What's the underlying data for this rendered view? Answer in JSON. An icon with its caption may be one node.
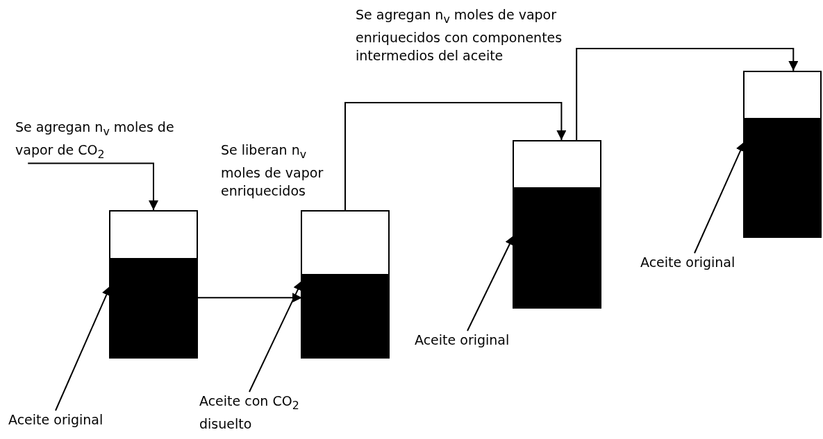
{
  "diagram": {
    "nodes": [
      {
        "text": [
          "Se agregan n$_{v}$ moles de vapor de CO$_{2}$"
        ]
      },
      {
        "text": [],
        "shape": "box"
      },
      {
        "text": [],
        "shape": "bar",
        "in": 1
      },
      {
        "text": [],
        "shape": "box"
      },
      {
        "text": [],
        "shape": "bar",
        "in": 3
      },
      {
        "text": [],
        "shape": "box"
      },
      {
        "text": [],
        "shape": "bar",
        "in": 5
      },
      {
        "text": [],
        "shape": "box"
      },
      {
        "text": [],
        "shape": "bar",
        "in": 7
      },
      {
        "text": [
          "Aceite original"
        ]
      },
      {
        "text": [
          "Aceite con CO$_{2}$ disuelto"
        ]
      },
      {
        "text": [
          "Aceite original"
        ]
      },
      {
        "text": [
          "Aceite original"
        ]
      }
    ],
    "edges": [
      {
        "from": 0,
        "to": 1,
        "arrow": "to"
      },
      {
        "from": 2,
        "to": 4,
        "arrow": "to"
      },
      {
        "from": 3,
        "to": 5,
        "arrow": "to",
        "label": "Se agregan n$_{v}$ moles de vapor enriquecidos con componentes intermedios del aceite"
      },
      {
        "from": 5,
        "to": 7,
        "arrow": "to"
      },
      {
        "from": 9,
        "to": 2,
        "arrow": "to"
      },
      {
        "from": 10,
        "to": 4,
        "arrow": "to"
      },
      {
        "from": 11,
        "to": 6,
        "arrow": "to"
      },
      {
        "from": 12,
        "to": 8,
        "arrow": "to"
      }
    ],
    "labels": [
      "Se liberan n$_{v}$ moles de vapor enriquecidos"
    ]
  }
}
